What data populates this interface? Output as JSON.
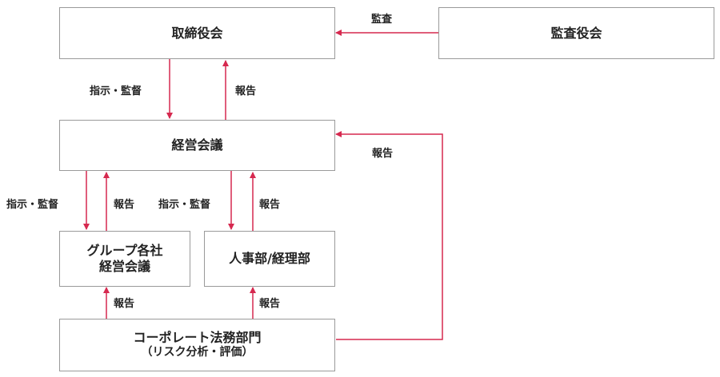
{
  "nodes": {
    "board": {
      "label": "取締役会"
    },
    "audit": {
      "label": "監査役会"
    },
    "mgmt": {
      "label": "経営会議"
    },
    "group": {
      "line1": "グループ各社",
      "line2": "経営会議"
    },
    "hr": {
      "label": "人事部/経理部"
    },
    "legal": {
      "line1": "コーポレート法務部門",
      "line2": "（リスク分析・評価）"
    }
  },
  "edges": {
    "audit_to_board": "監査",
    "board_to_mgmt": "指示・監督",
    "mgmt_to_board": "報告",
    "legal_to_mgmt": "報告",
    "mgmt_to_group": "指示・監督",
    "group_to_mgmt": "報告",
    "mgmt_to_hr": "指示・監督",
    "hr_to_mgmt": "報告",
    "legal_to_group": "報告",
    "legal_to_hr": "報告"
  },
  "colors": {
    "arrow": "#d6294f",
    "border": "#9a9a9a"
  }
}
